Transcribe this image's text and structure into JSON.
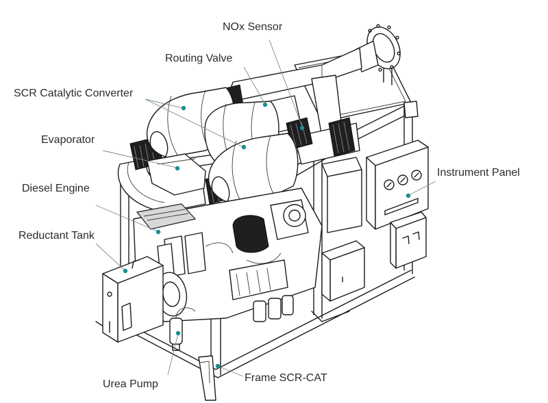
{
  "diagram": {
    "labels": {
      "nox_sensor": "NOx Sensor",
      "routing_valve": "Routing Valve",
      "scr_catalytic_converter": "SCR Catalytic Converter",
      "evaporator": "Evaporator",
      "diesel_engine": "Diesel Engine",
      "reductant_tank": "Reductant Tank",
      "instrument_panel": "Instrument Panel",
      "urea_pump": "Urea Pump",
      "frame_scr_cat": "Frame SCR-CAT"
    },
    "colors": {
      "marker": "#1a8f8f",
      "leader_line": "#7a8a8a",
      "outline": "#1b1b1b",
      "label_text": "#2b2b2b"
    }
  }
}
